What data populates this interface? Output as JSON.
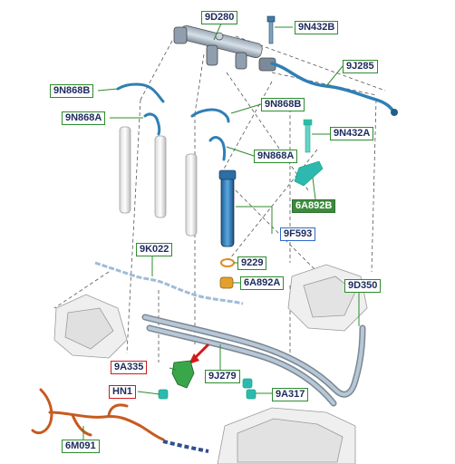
{
  "callouts": [
    {
      "key": "9D280",
      "text": "9D280",
      "style": "green"
    },
    {
      "key": "9N432B",
      "text": "9N432B",
      "style": "green"
    },
    {
      "key": "9J285",
      "text": "9J285",
      "style": "green"
    },
    {
      "key": "9N868B_left",
      "text": "9N868B",
      "style": "green"
    },
    {
      "key": "9N868A_left",
      "text": "9N868A",
      "style": "green"
    },
    {
      "key": "9N868B_right",
      "text": "9N868B",
      "style": "green"
    },
    {
      "key": "9N432A",
      "text": "9N432A",
      "style": "green"
    },
    {
      "key": "9N868A_right",
      "text": "9N868A",
      "style": "green"
    },
    {
      "key": "6A892B",
      "text": "6A892B",
      "style": "filled"
    },
    {
      "key": "9F593",
      "text": "9F593",
      "style": "lightblue"
    },
    {
      "key": "9K022",
      "text": "9K022",
      "style": "green"
    },
    {
      "key": "9229",
      "text": "9229",
      "style": "green"
    },
    {
      "key": "6A892A",
      "text": "6A892A",
      "style": "green"
    },
    {
      "key": "9D350",
      "text": "9D350",
      "style": "green"
    },
    {
      "key": "9A335",
      "text": "9A335",
      "style": "red"
    },
    {
      "key": "9J279",
      "text": "9J279",
      "style": "green"
    },
    {
      "key": "HN1",
      "text": "HN1",
      "style": "red"
    },
    {
      "key": "9A317",
      "text": "9A317",
      "style": "green"
    },
    {
      "key": "6M091",
      "text": "6M091",
      "style": "green"
    }
  ],
  "colors": {
    "accent_blue": "#2f7fb5",
    "pipe_light": "#9fbcd6",
    "label_green": "#2e8b2e",
    "label_red": "#d21a1a",
    "harness_orange": "#c85a1e",
    "part_green": "#3aa64a",
    "part_teal": "#2fb8b0"
  }
}
